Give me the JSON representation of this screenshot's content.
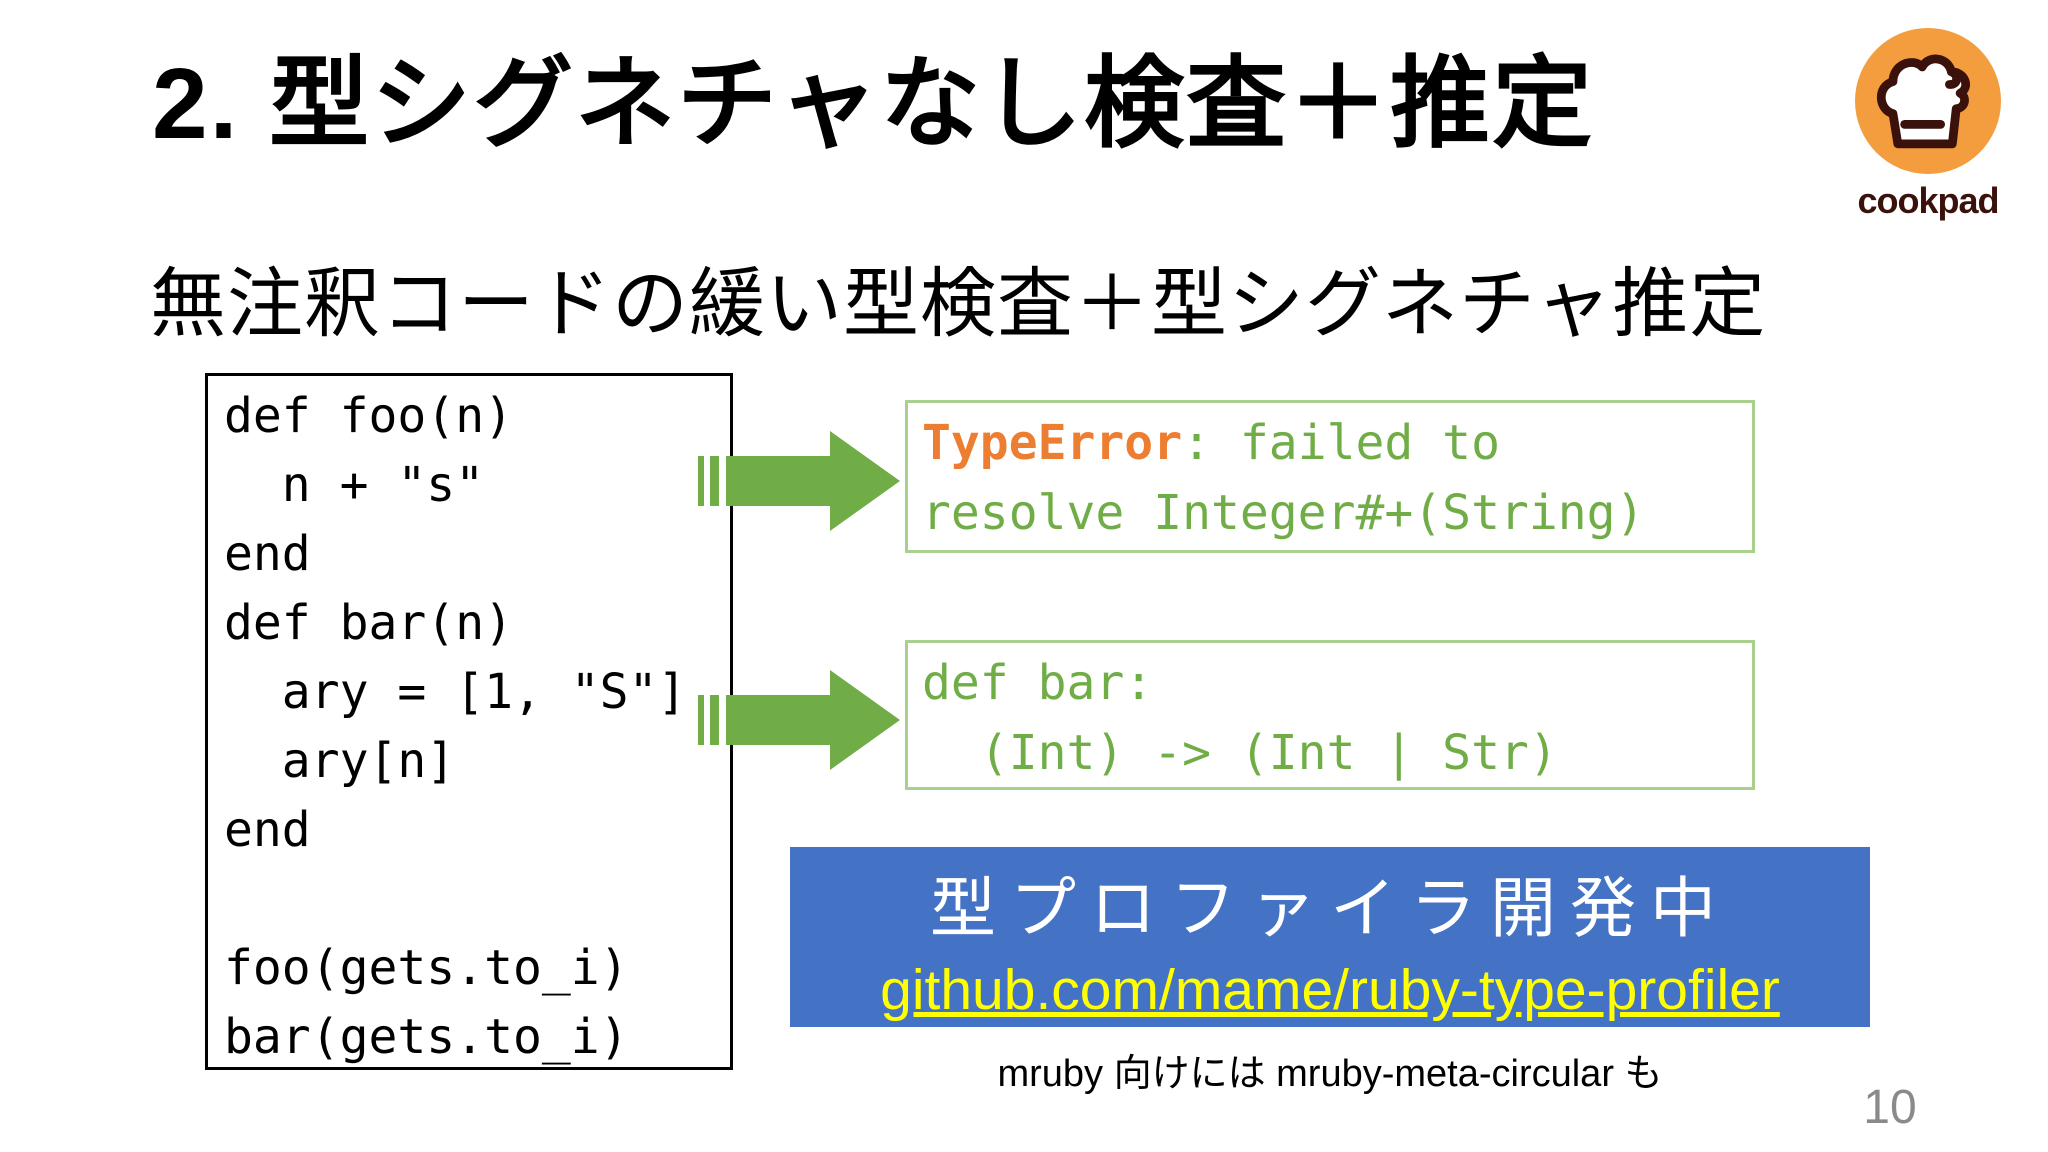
{
  "slide": {
    "title": "2. 型シグネチャなし検査＋推定",
    "subtitle": "無注釈コードの緩い型検査＋型シグネチャ推定",
    "footnote": "mruby 向けには mruby-meta-circular も",
    "page_number": "10"
  },
  "logo": {
    "brand": "cookpad",
    "icon": "chef-hat-icon",
    "circle_color": "#F49D3F",
    "outline_color": "#3A120B"
  },
  "code_box": {
    "text": "def foo(n)\n  n + \"s\"\nend\ndef bar(n)\n  ary = [1, \"S\"]\n  ary[n]\nend\n\nfoo(gets.to_i)\nbar(gets.to_i)"
  },
  "results": [
    {
      "line1_error": "TypeError",
      "line1_rest": ": failed to",
      "line2": "resolve Integer#+(String)"
    },
    {
      "line1": "def bar:",
      "line2": "  (Int) -> (Int | Str)"
    }
  ],
  "banner": {
    "heading": "型プロファイラ開発中",
    "link": "github.com/mame/ruby-type-profiler",
    "bg_color": "#4472C4",
    "heading_color": "#FFFFFF",
    "link_color": "#FFFF00"
  },
  "colors": {
    "arrow_green": "#70AD47",
    "result_border_green": "#A9D08E",
    "result_text_green": "#70AD47",
    "error_orange": "#ED7D31",
    "code_text": "#000000",
    "page_number_gray": "#8A8A8A"
  }
}
